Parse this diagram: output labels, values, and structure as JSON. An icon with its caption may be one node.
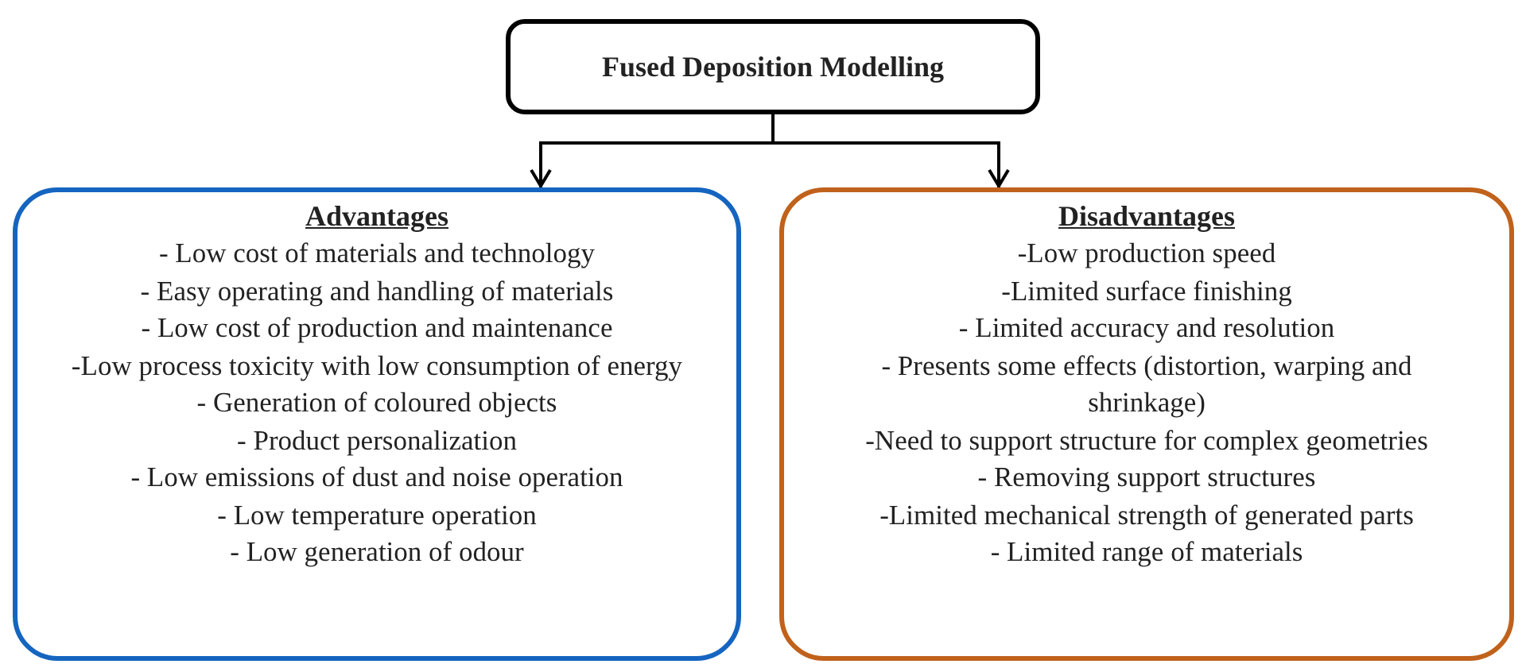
{
  "diagram": {
    "nodes": [
      {
        "text": [
          "Fused Deposition Modelling"
        ]
      },
      {
        "text": [
          "Advantages",
          "- Low cost of materials and technology",
          "- Easy operating and handling of materials",
          "- Low cost of production and maintenance",
          "-Low process toxicity with low consumption of energy",
          "- Generation of coloured objects",
          "- Product personalization",
          "- Low emissions of dust and noise operation",
          "- Low temperature operation",
          "- Low generation of odour"
        ]
      },
      {
        "text": [
          "Disadvantages",
          "-Low production speed",
          "-Limited surface finishing",
          "- Limited accuracy and resolution",
          "- Presents some effects (distortion, warping and shrinkage)",
          "-Need to support structure for complex geometries",
          "- Removing support structures",
          "-Limited mechanical strength of generated parts",
          "- Limited range of materials"
        ]
      }
    ],
    "edges": [
      {
        "from": 0,
        "to": 1,
        "arrow": "to"
      },
      {
        "from": 0,
        "to": 2,
        "arrow": "to"
      }
    ]
  }
}
